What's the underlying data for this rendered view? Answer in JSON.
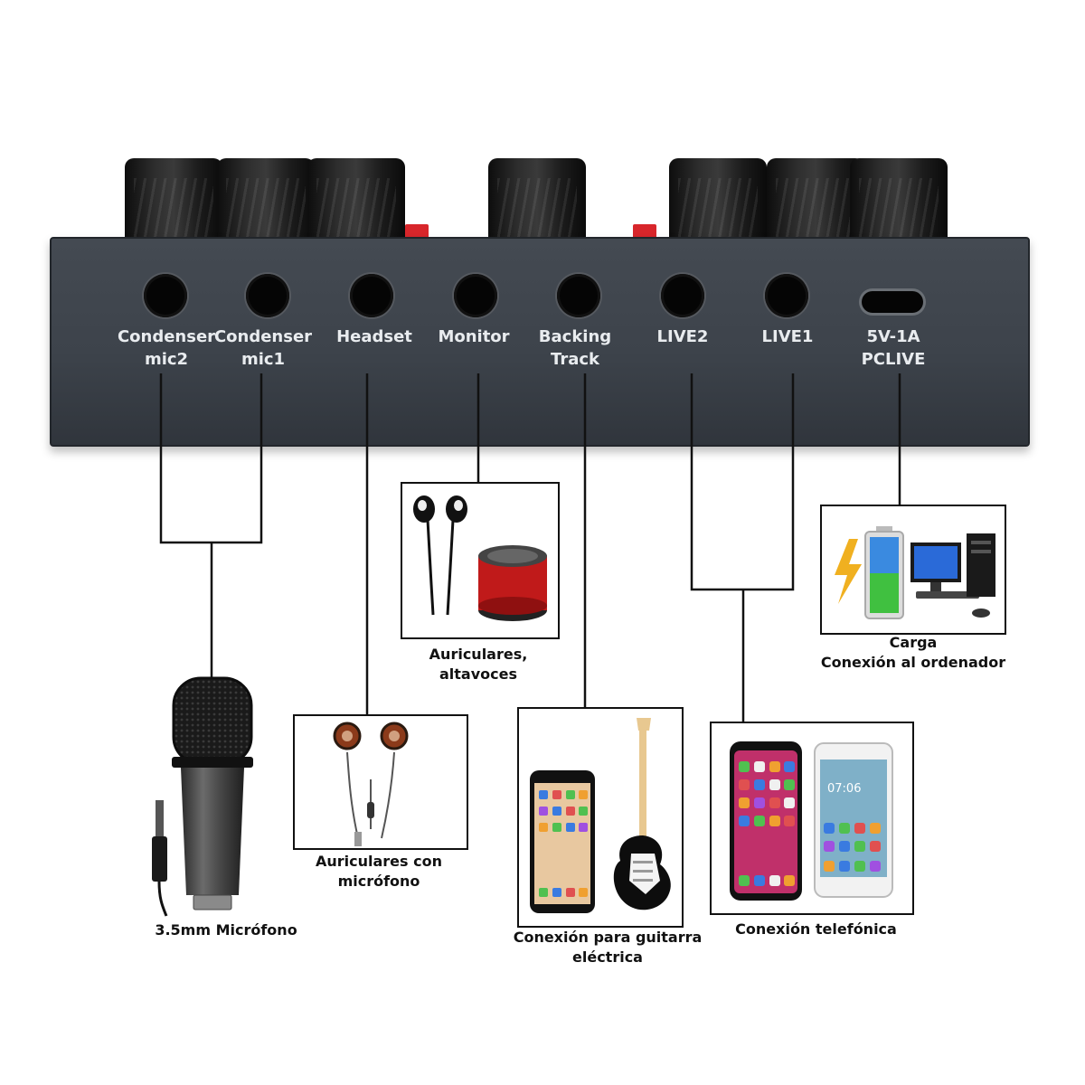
{
  "device": {
    "ports": [
      {
        "id": "condenser-mic2",
        "label_lines": [
          "Condenser",
          "mic2"
        ]
      },
      {
        "id": "condenser-mic1",
        "label_lines": [
          "Condenser",
          "mic1"
        ]
      },
      {
        "id": "headset",
        "label_lines": [
          "Headset"
        ]
      },
      {
        "id": "monitor",
        "label_lines": [
          "Monitor"
        ]
      },
      {
        "id": "backing-track",
        "label_lines": [
          "Backing",
          "Track"
        ]
      },
      {
        "id": "live2",
        "label_lines": [
          "LIVE2"
        ]
      },
      {
        "id": "live1",
        "label_lines": [
          "LIVE1"
        ]
      },
      {
        "id": "usb-power",
        "label_lines": [
          "5V-1A",
          "PCLIVE"
        ]
      }
    ]
  },
  "callouts": {
    "microphone": {
      "caption_lines": [
        "3.5mm Micrófono"
      ]
    },
    "headset": {
      "caption_lines": [
        "Auriculares con",
        "micrófono"
      ]
    },
    "monitor": {
      "caption_lines": [
        "Auriculares,",
        "altavoces"
      ]
    },
    "guitar": {
      "caption_lines": [
        "Conexión para guitarra",
        "eléctrica"
      ]
    },
    "phone": {
      "caption_lines": [
        "Conexión telefónica"
      ]
    },
    "computer": {
      "caption_lines": [
        "Carga",
        "Conexión al ordenador"
      ]
    }
  },
  "phone_screen": {
    "time": "07:06"
  },
  "colors": {
    "panel": "#3d434b",
    "knob": "#1a1a1a",
    "accent_red": "#d8262b",
    "line": "#111111",
    "label": "#e9ecef"
  }
}
